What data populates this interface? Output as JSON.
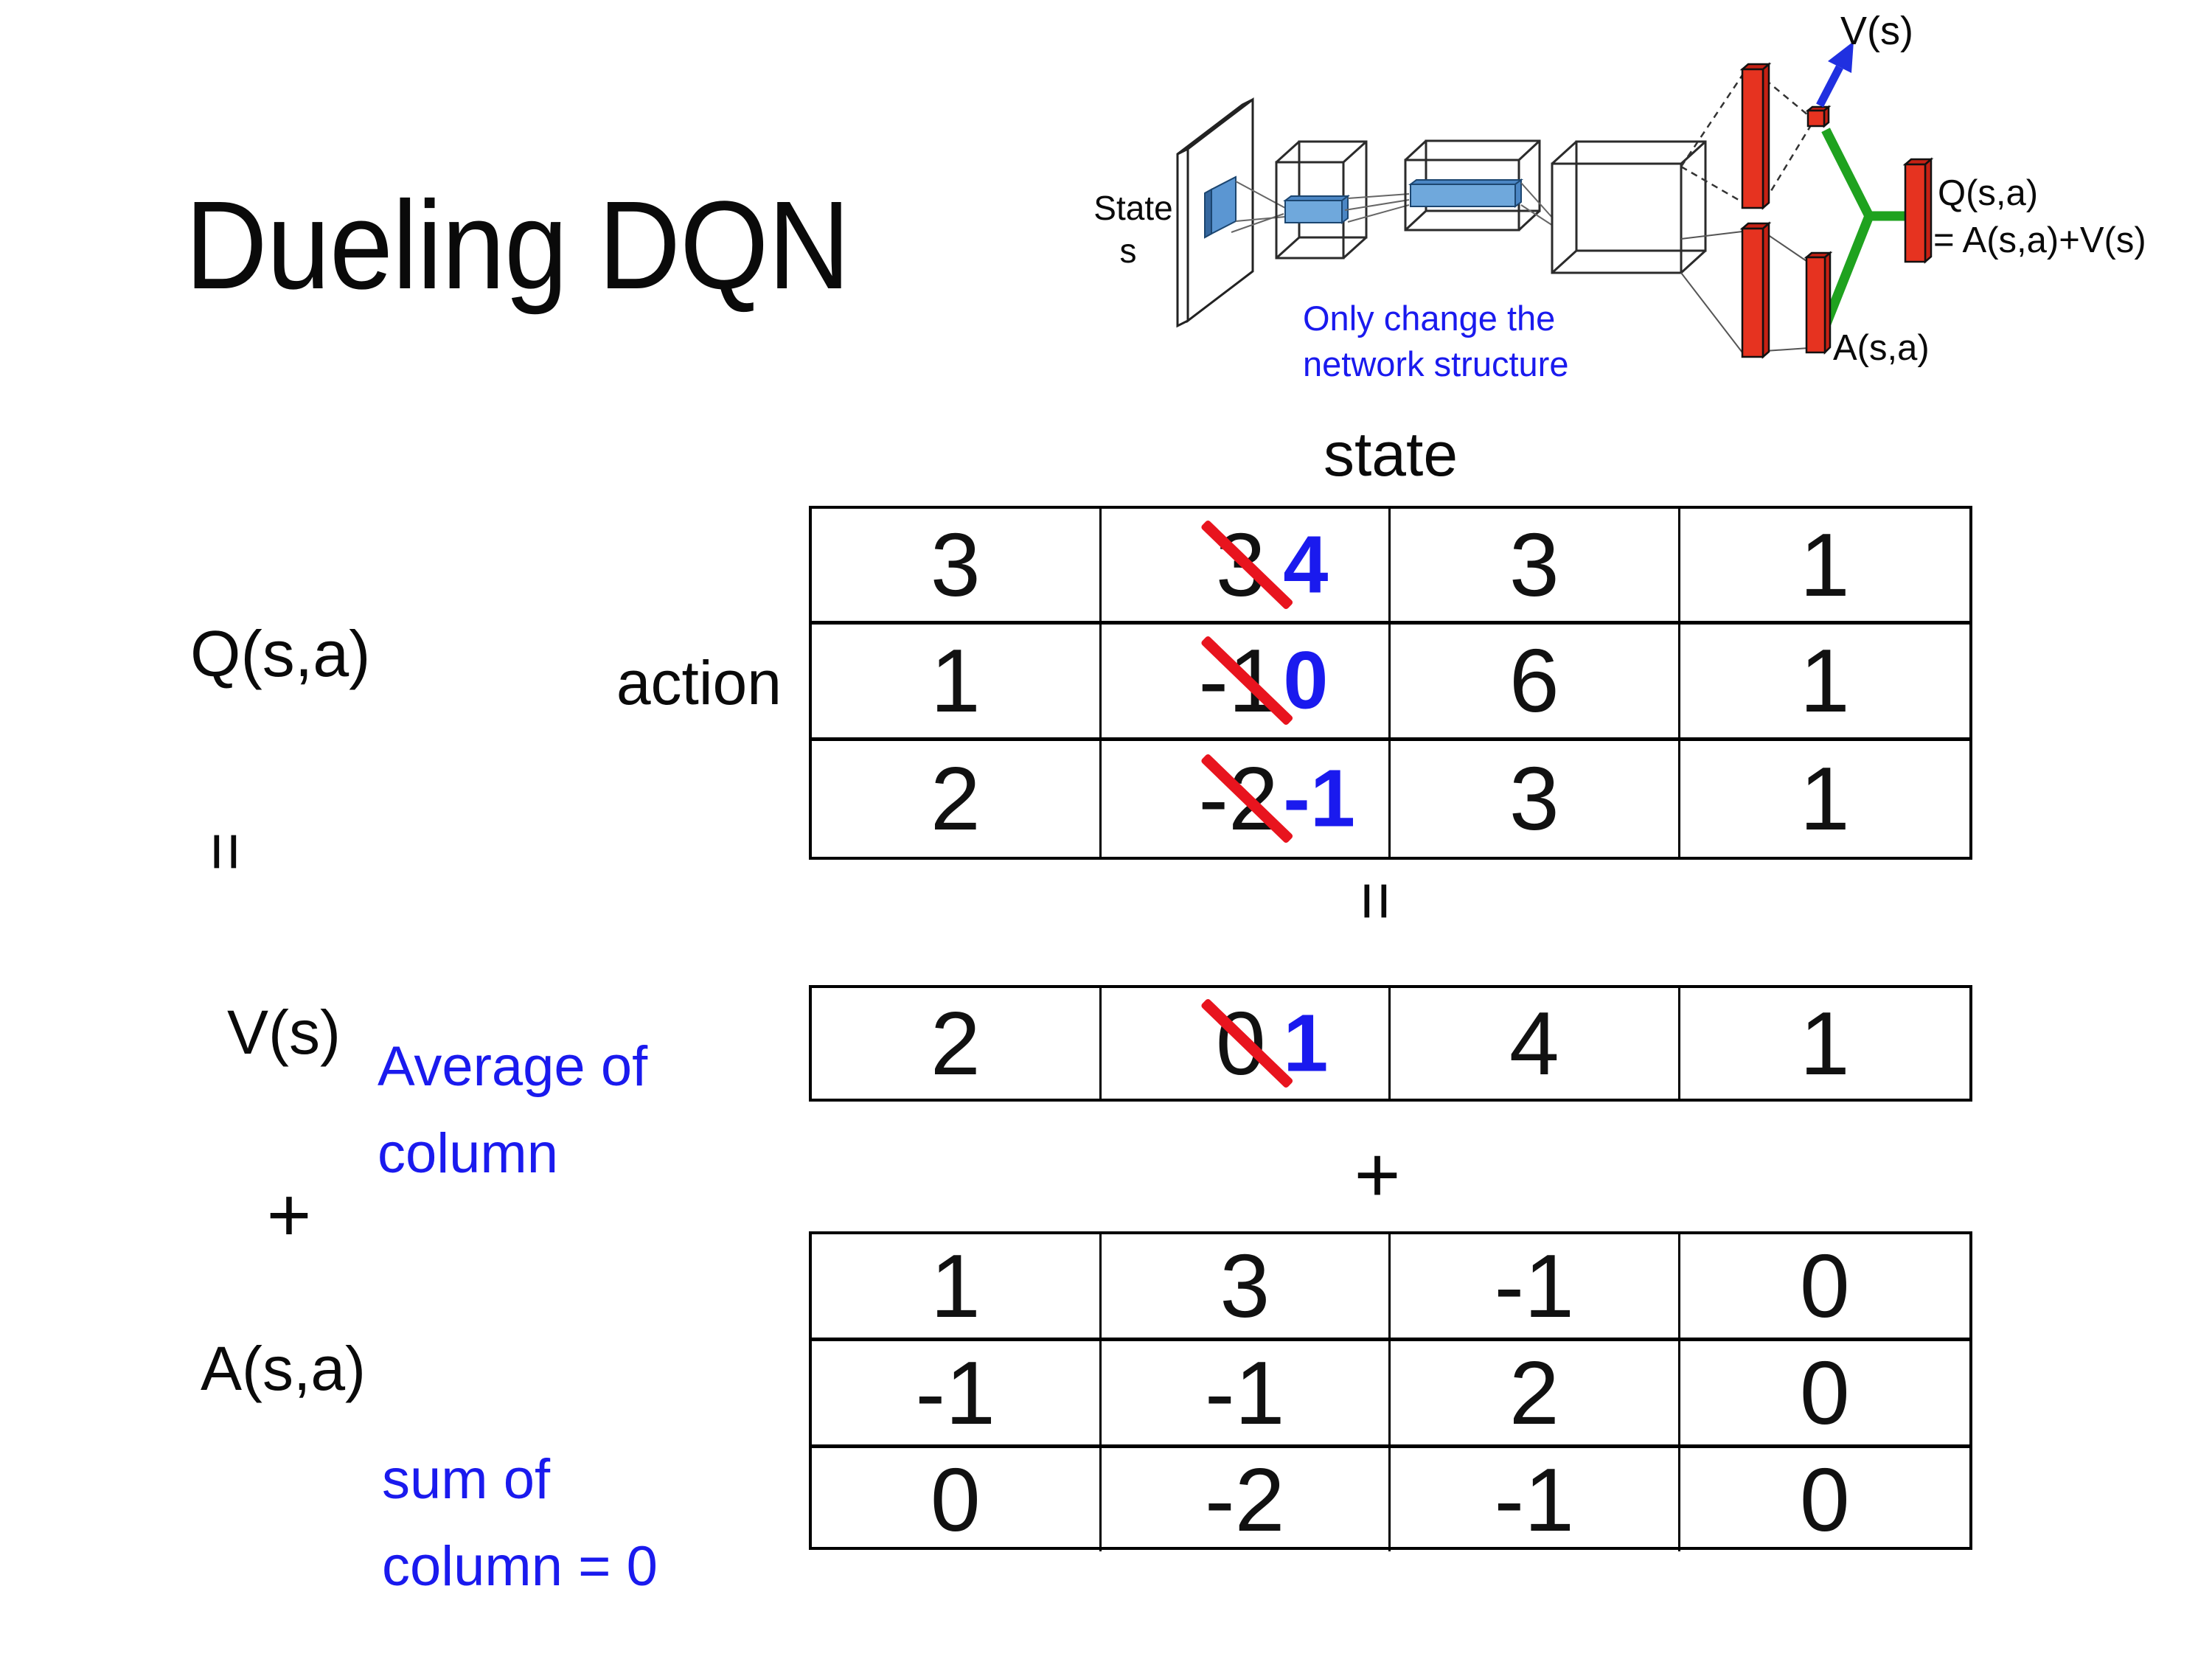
{
  "slide": {
    "title": "Dueling DQN",
    "background": "#ffffff"
  },
  "colors": {
    "text_black": "#0a0a0a",
    "annotation_blue": "#1a1aee",
    "cross_red": "#e8141e",
    "branch_green": "#1fa21f",
    "arrow_blue": "#2030e0",
    "bar_red": "#e63320",
    "feature_blue": "#6fa8dc"
  },
  "diagram": {
    "input_label_line1": "State",
    "input_label_line2": "s",
    "note_line1": "Only change the",
    "note_line2": "network structure",
    "v_output_label": "V(s)",
    "a_output_label": "A(s,a)",
    "q_output_label_line1": "Q(s,a)",
    "q_output_label_line2": "= A(s,a)+V(s)"
  },
  "decomposition": {
    "q_label": "Q(s,a)",
    "equals_left": "=",
    "v_label": "V(s)",
    "plus_left": "+",
    "a_label": "A(s,a)",
    "avg_note_line1": "Average of",
    "avg_note_line2": "column",
    "sum_note_line1": "sum of",
    "sum_note_line2": "column = 0",
    "state_header": "state",
    "action_header": "action",
    "equals_center": "=",
    "plus_center": "+",
    "q_table": {
      "rows": [
        [
          "3",
          {
            "old": "3",
            "new": "4"
          },
          "3",
          "1"
        ],
        [
          "1",
          {
            "old": "-1",
            "new": "0"
          },
          "6",
          "1"
        ],
        [
          "2",
          {
            "old": "-2",
            "new": "-1"
          },
          "3",
          "1"
        ]
      ]
    },
    "v_table": {
      "row": [
        "2",
        {
          "old": "0",
          "new": "1"
        },
        "4",
        "1"
      ]
    },
    "a_table": {
      "rows": [
        [
          "1",
          "3",
          "-1",
          "0"
        ],
        [
          "-1",
          "-1",
          "2",
          "0"
        ],
        [
          "0",
          "-2",
          "-1",
          "0"
        ]
      ]
    }
  }
}
